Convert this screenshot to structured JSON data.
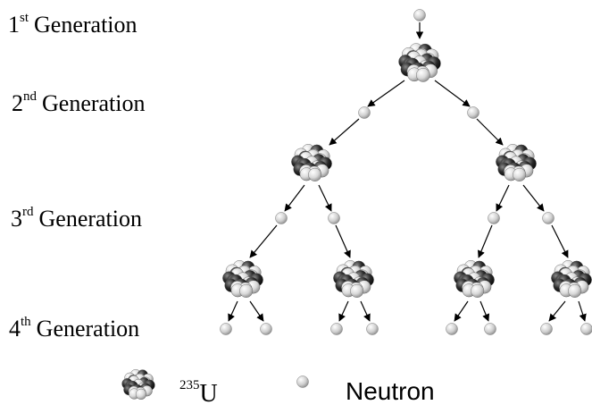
{
  "generations": [
    {
      "number": "1",
      "suffix": "st",
      "word": "Generation"
    },
    {
      "number": "2",
      "suffix": "nd",
      "word": "Generation"
    },
    {
      "number": "3",
      "suffix": "rd",
      "word": "Generation"
    },
    {
      "number": "4",
      "suffix": "th",
      "word": "Generation"
    }
  ],
  "legend": {
    "nucleus_mass_number": "235",
    "nucleus_symbol": "U",
    "neutron_label": "Neutron"
  },
  "colors": {
    "proton": "#1c1c1c",
    "neutron": "#d8d8d8",
    "arrow": "#000000"
  },
  "icons": {
    "nucleus": "uranium-235-nucleus-icon",
    "neutron": "neutron-sphere-icon"
  }
}
